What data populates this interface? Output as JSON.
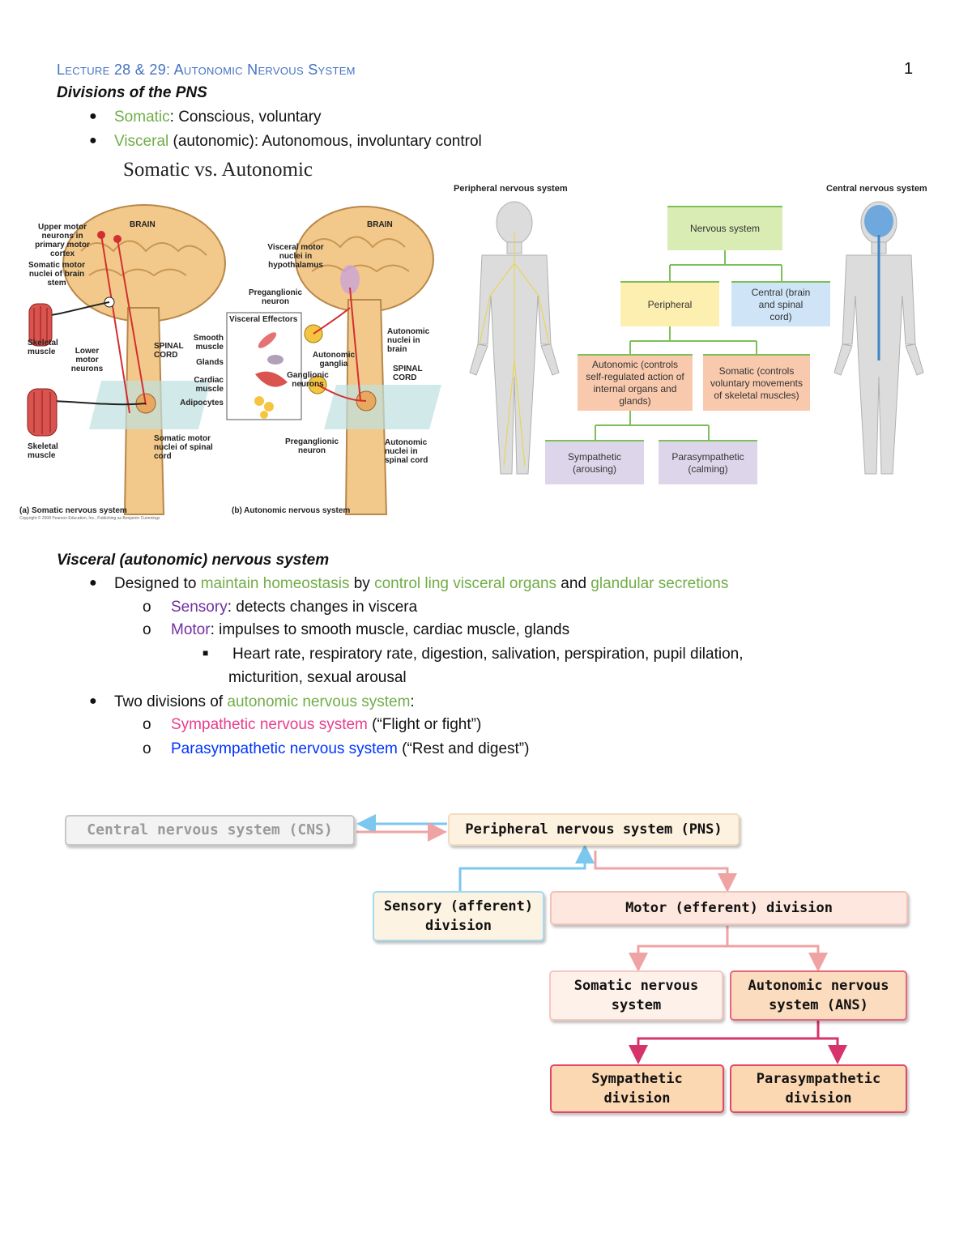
{
  "header": {
    "title": "Lecture 28 & 29: Autonomic Nervous System",
    "page_number": "1"
  },
  "divisions": {
    "heading": "Divisions of the PNS",
    "items": [
      {
        "term": "Somatic",
        "rest": ": Conscious, voluntary"
      },
      {
        "term": "Visceral",
        "rest": " (autonomic): Autonomous, involuntary control"
      }
    ]
  },
  "figure_left": {
    "title": "Somatic vs. Autonomic",
    "labels": {
      "brain_a": "BRAIN",
      "brain_b": "BRAIN",
      "upper_motor": "Upper motor neurons in primary motor cortex",
      "somatic_motor_nuclei_brain": "Somatic motor nuclei of brain stem",
      "skeletal_muscle_1": "Skeletal muscle",
      "skeletal_muscle_2": "Skeletal muscle",
      "lower_motor": "Lower motor neurons",
      "spinal_cord_a": "SPINAL CORD",
      "somatic_motor_nuclei_cord": "Somatic motor nuclei of spinal cord",
      "visceral_motor_nuclei": "Visceral motor nuclei in hypothalamus",
      "preganglionic_neuron_top": "Preganglionic neuron",
      "visceral_effectors": "Visceral Effectors",
      "smooth_muscle": "Smooth muscle",
      "glands": "Glands",
      "cardiac_muscle": "Cardiac muscle",
      "adipocytes": "Adipocytes",
      "autonomic_ganglia": "Autonomic ganglia",
      "ganglionic_neurons": "Ganglionic neurons",
      "autonomic_nuclei_brain": "Autonomic nuclei in brain",
      "spinal_cord_b": "SPINAL CORD",
      "preganglionic_neuron_bottom": "Preganglionic neuron",
      "autonomic_nuclei_cord": "Autonomic nuclei in spinal cord"
    },
    "caption_a": "(a) Somatic nervous system",
    "caption_b": "(b) Autonomic nervous system",
    "copyright": "Copyright © 2008 Pearson Education, Inc., Publishing as Benjamin Cummings"
  },
  "figure_right": {
    "label_left": "Peripheral nervous system",
    "label_right": "Central nervous system",
    "nodes": {
      "nervous_system": "Nervous system",
      "peripheral": "Peripheral",
      "central": "Central (brain and spinal cord)",
      "autonomic": "Autonomic (controls self-regulated action of internal organs and glands)",
      "somatic": "Somatic (controls voluntary movements of skeletal muscles)",
      "sympathetic": "Sympathetic (arousing)",
      "parasympathetic": "Parasympathetic (calming)"
    }
  },
  "visceral": {
    "heading": "Visceral (autonomic) nervous system",
    "designed": {
      "p1": "Designed to ",
      "g1": "maintain homeostasis",
      "p2": " by ",
      "g2": "control  ling visceral organs",
      "p3": " and ",
      "g3": "glandular secretions"
    },
    "sensory": {
      "term": "Sensory",
      "rest": ":  detects changes in viscera"
    },
    "motor": {
      "term": "Motor",
      "rest": ":  impulses to smooth muscle, cardiac muscle, glands"
    },
    "motor_examples_1": "Heart rate, respiratory rate, digestion, salivation, perspiration, pupil dilation,",
    "motor_examples_2": "micturition, sexual arousal",
    "two_divisions": {
      "p1": "Two divisions of ",
      "g1": "autonomic nervous system",
      "p2": ":"
    },
    "sympathetic": {
      "term": "Sympathetic nervous system",
      "rest": " (“Flight or fight”)"
    },
    "parasympathetic": {
      "term": "Parasympathetic nervous system",
      "rest": " (“Rest and digest”)"
    }
  },
  "flowchart": {
    "cns": "Central nervous system (CNS)",
    "pns": "Peripheral nervous system (PNS)",
    "sensory": "Sensory (afferent) division",
    "motor": "Motor (efferent) division",
    "somatic": "Somatic nervous system",
    "ans": "Autonomic nervous system (ANS)",
    "sympathetic": "Sympathetic division",
    "parasympathetic": "Parasympathetic division"
  },
  "colors": {
    "header_blue": "#4472c4",
    "green": "#70ad47",
    "purple": "#7030a0",
    "pink": "#e83e8c",
    "blue": "#0033ff"
  }
}
